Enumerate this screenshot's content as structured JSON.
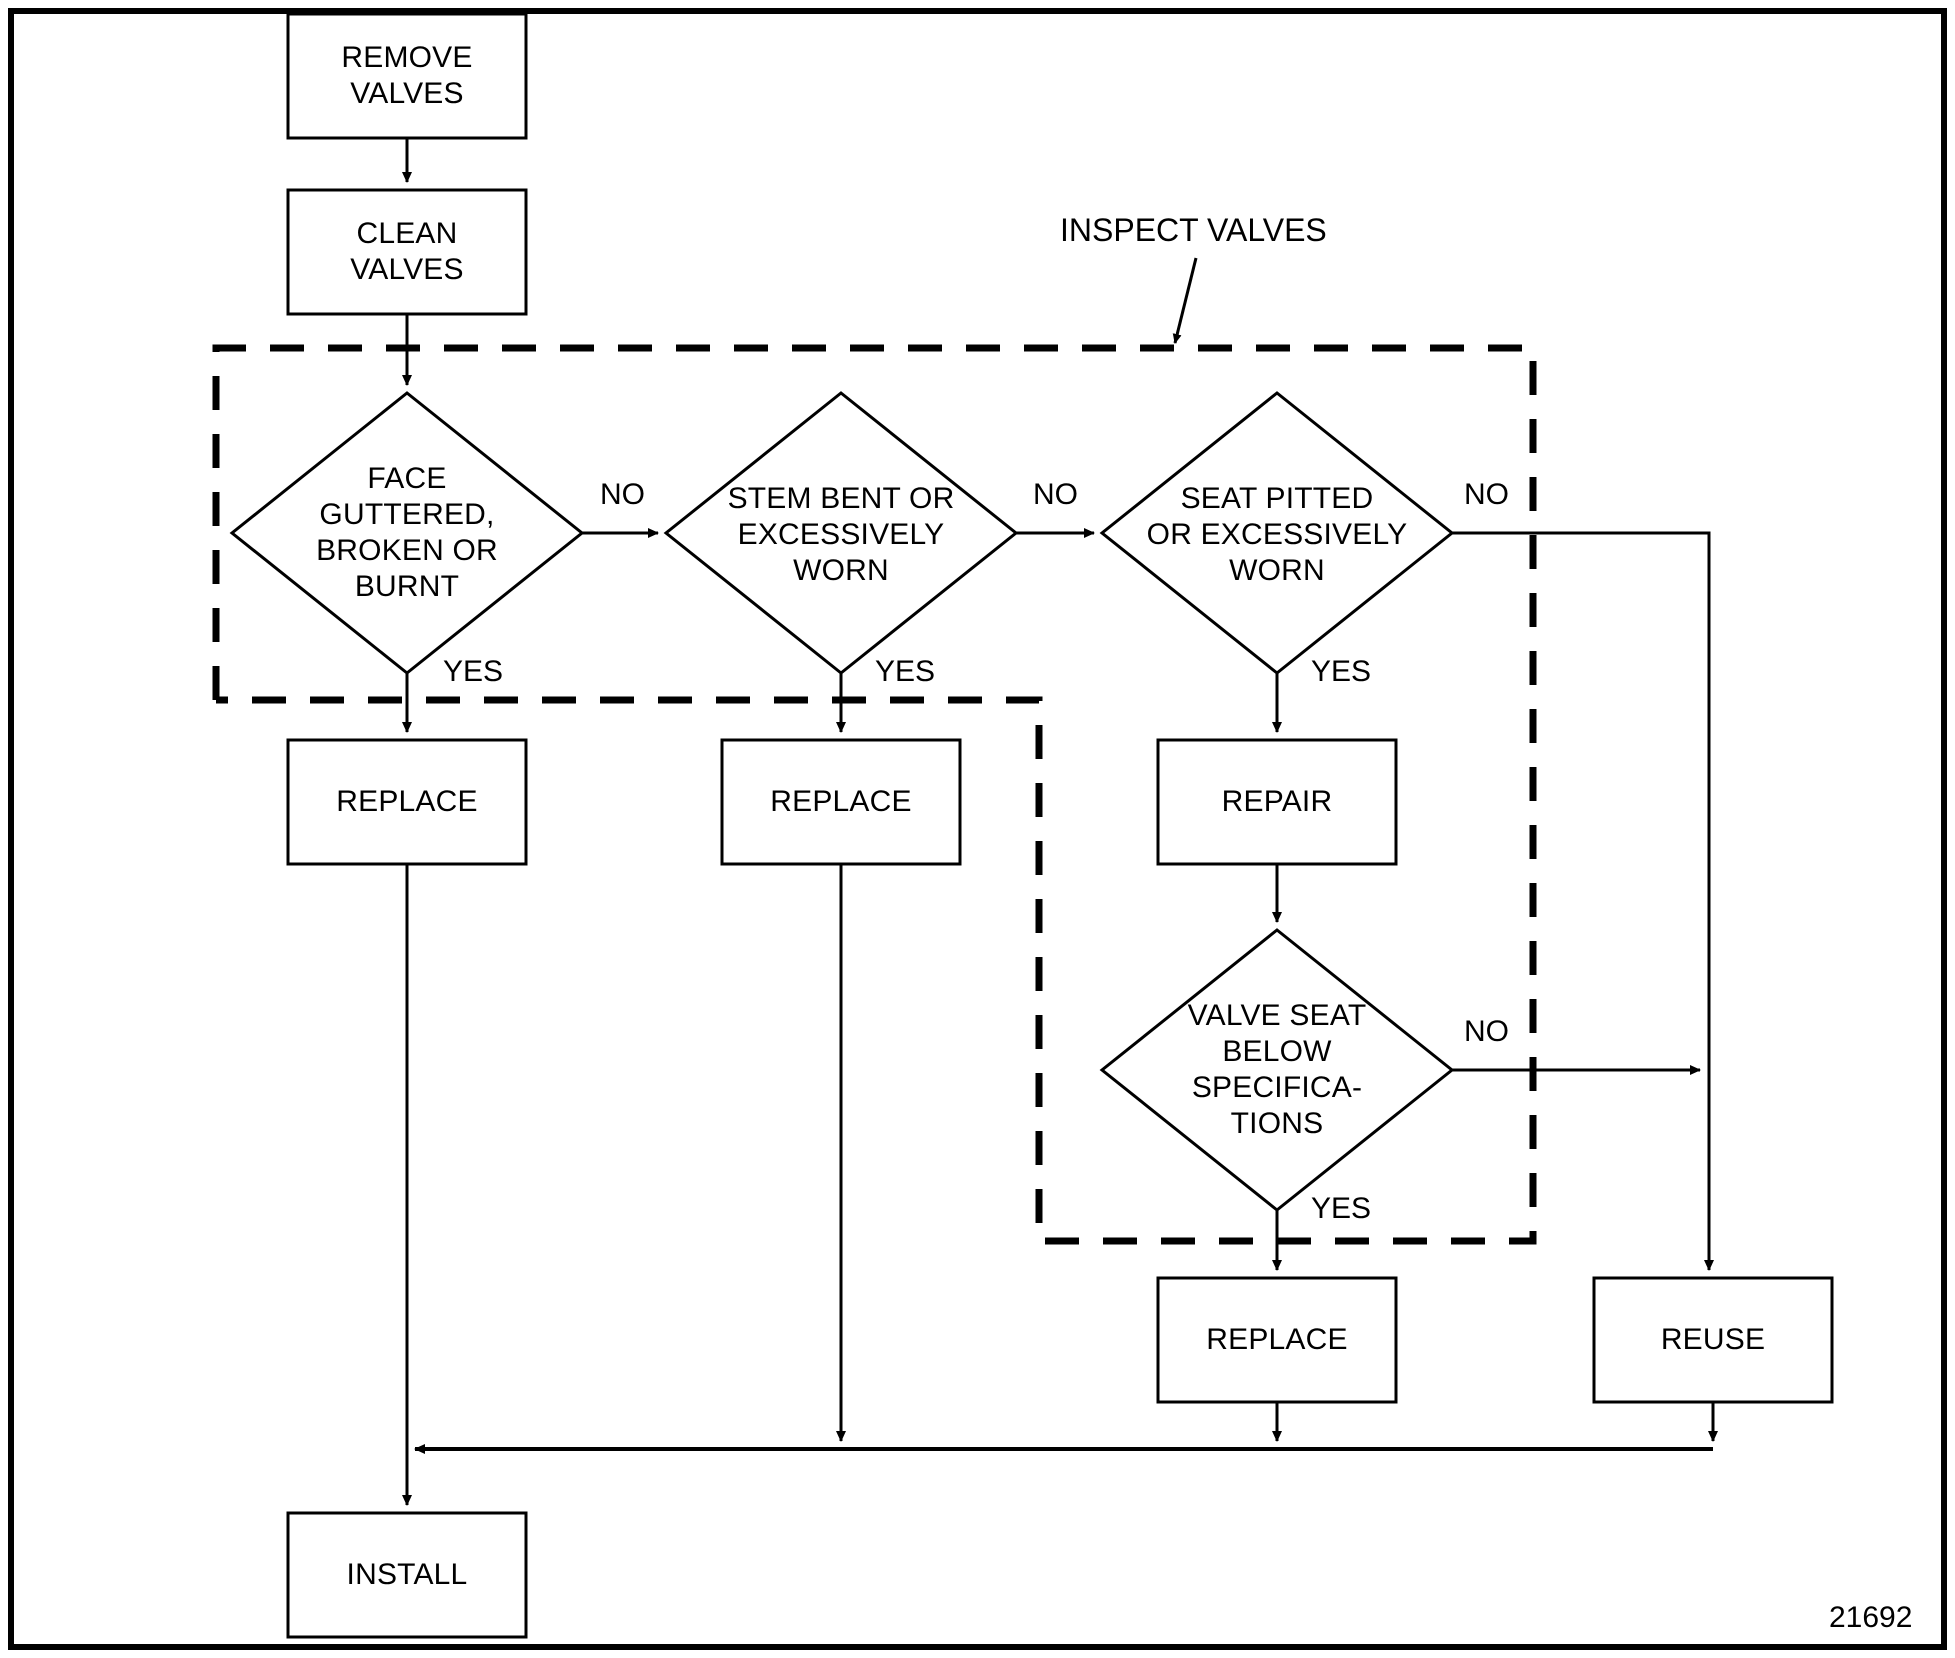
{
  "figure": {
    "id_number": "21692",
    "title": "Valve inspection and reconditioning flowchart"
  },
  "group_callout": {
    "label": "INSPECT VALVES"
  },
  "nodes": {
    "remove_valves": {
      "type": "process",
      "label": "REMOVE\nVALVES"
    },
    "clean_valves": {
      "type": "process",
      "label": "CLEAN\nVALVES"
    },
    "face_guttered": {
      "type": "decision",
      "label": "FACE\nGUTTERED,\nBROKEN OR\nBURNT"
    },
    "stem_bent": {
      "type": "decision",
      "label": "STEM BENT OR\nEXCESSIVELY\nWORN"
    },
    "seat_pitted": {
      "type": "decision",
      "label": "SEAT PITTED\nOR EXCESSIVELY\nWORN"
    },
    "replace_face": {
      "type": "process",
      "label": "REPLACE"
    },
    "replace_stem": {
      "type": "process",
      "label": "REPLACE"
    },
    "repair_seat": {
      "type": "process",
      "label": "REPAIR"
    },
    "valve_seat_below_spec": {
      "type": "decision",
      "label": "VALVE SEAT\nBELOW\nSPECIFICA-\nTIONS"
    },
    "replace_seat": {
      "type": "process",
      "label": "REPLACE"
    },
    "reuse": {
      "type": "process",
      "label": "REUSE"
    },
    "install": {
      "type": "process",
      "label": "INSTALL"
    }
  },
  "edge_labels": {
    "face_no": "NO",
    "face_yes": "YES",
    "stem_no": "NO",
    "stem_yes": "YES",
    "seat_no": "NO",
    "seat_yes": "YES",
    "spec_no": "NO",
    "spec_yes": "YES"
  },
  "colors": {
    "stroke": "#000000",
    "background": "#ffffff",
    "text": "#000000"
  }
}
